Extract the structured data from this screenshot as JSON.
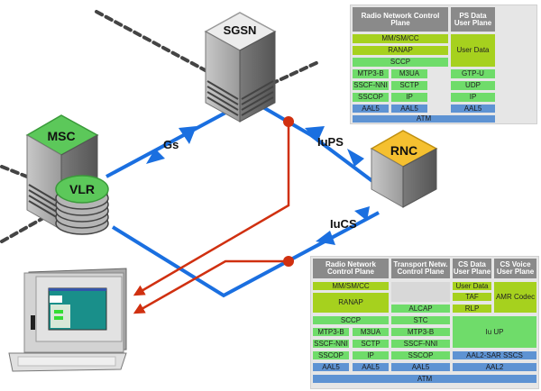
{
  "nodes": {
    "sgsn": "SGSN",
    "msc": "MSC",
    "vlr": "VLR",
    "rnc": "RNC"
  },
  "interfaces": {
    "gs": "Gs",
    "iups": "IuPS",
    "iucs": "IuCS"
  },
  "colors": {
    "link": "#1a6fe0",
    "monitor": "#d03010",
    "dashed": "#444444",
    "msc_top": "#5cc85a",
    "rnc_top": "#f5c030",
    "lime": "#a6d11e",
    "green": "#6fdc6a",
    "blue": "#5e93d3",
    "header": "#8a8a8a"
  },
  "ps_stack": {
    "headers": [
      "Radio Network Control Plane",
      "PS Data User Plane"
    ],
    "cells": {
      "mm": "MM/SM/CC",
      "ranap": "RANAP",
      "sccp": "SCCP",
      "user_data": "User Data",
      "mtp3b": "MTP3-B",
      "m3ua": "M3UA",
      "gtpu": "GTP-U",
      "sscf": "SSCF-NNI",
      "sctp": "SCTP",
      "udp": "UDP",
      "sscop": "SSCOP",
      "ip1": "IP",
      "ip2": "IP",
      "aal5a": "AAL5",
      "aal5b": "AAL5",
      "aal5c": "AAL5",
      "atm": "ATM"
    }
  },
  "cs_stack": {
    "headers": [
      "Radio Network Control Plane",
      "Transport Netw. Control Plane",
      "CS Data User Plane",
      "CS Voice User Plane"
    ],
    "cells": {
      "mm": "MM/SM/CC",
      "ranap": "RANAP",
      "alcap": "ALCAP",
      "user_data": "User Data",
      "taf": "TAF",
      "rlp": "RLP",
      "amr": "AMR Codec",
      "sccp": "SCCP",
      "stc": "STC",
      "iuup": "Iu UP",
      "mtp3b": "MTP3-B",
      "m3ua": "M3UA",
      "mtp3b_t": "MTP3-B",
      "sscf": "SSCF-NNI",
      "sctp": "SCTP",
      "sscf_t": "SSCF-NNI",
      "sscop": "SSCOP",
      "ip": "IP",
      "sscop_t": "SSCOP",
      "aal2sar": "AAL2-SAR SSCS",
      "aal5a": "AAL5",
      "aal5b": "AAL5",
      "aal5c": "AAL5",
      "aal2": "AAL2",
      "atm": "ATM"
    }
  }
}
